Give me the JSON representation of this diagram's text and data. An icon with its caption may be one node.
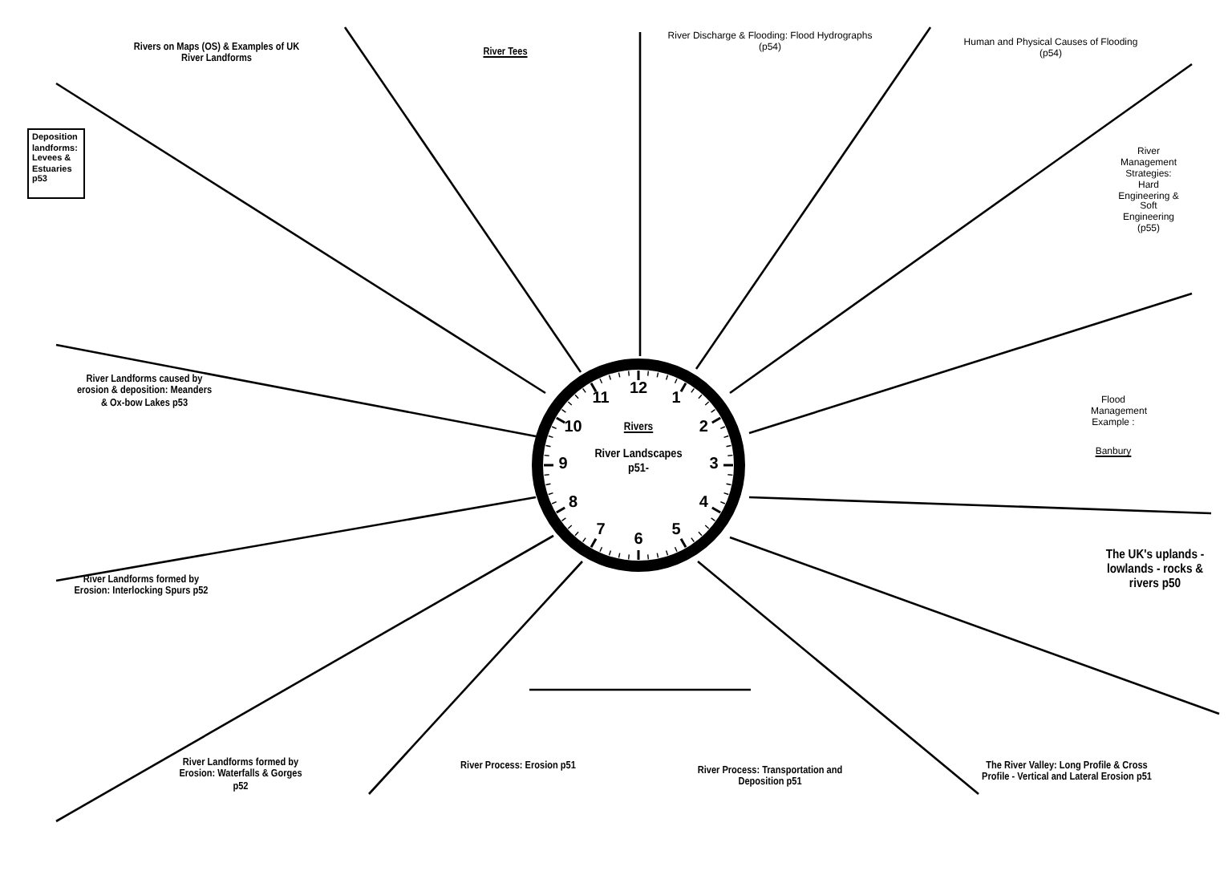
{
  "diagram": {
    "nodes": [
      {
        "text": [
          "Rivers",
          "River Landscapes p51-"
        ]
      },
      {
        "text": [
          "Deposition landforms: Levees & Estuaries p53"
        ]
      }
    ],
    "labels": [
      "Rivers on Maps (OS) & Examples of UK River Landforms",
      "River Tees",
      "River Discharge & Flooding: Flood Hydrographs (p54)",
      "Human and Physical Causes of Flooding (p54)",
      "River Management Strategies: Hard Engineering & Soft Engineering (p55)",
      "River Landforms caused by erosion & deposition: Meanders & Ox-bow Lakes p53",
      "Flood Management Example :",
      "Banbury",
      "The UK's uplands - lowlands - rocks & rivers p50",
      "River Landforms formed by Erosion: Interlocking Spurs p52",
      "River Landforms formed by Erosion: Waterfalls & Gorges p52",
      "River Process: Erosion p51",
      "River Process: Transportation and Deposition p51",
      "The River Valley: Long Profile & Cross Profile - Vertical and Lateral Erosion p51",
      "12",
      "1",
      "2",
      "3",
      "4",
      "5",
      "6",
      "7",
      "8",
      "9",
      "10",
      "11"
    ]
  }
}
